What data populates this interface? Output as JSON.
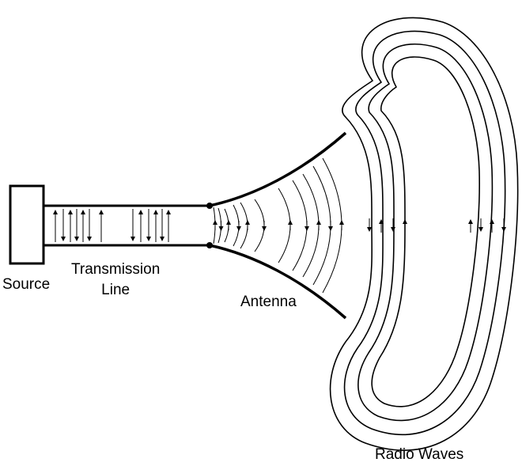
{
  "labels": {
    "source": "Source",
    "transmission_line_1": "Transmission",
    "transmission_line_2": "Line",
    "antenna": "Antenna",
    "radio_waves": "Radio Waves"
  },
  "colors": {
    "ink": "#000000",
    "background": "#ffffff"
  }
}
